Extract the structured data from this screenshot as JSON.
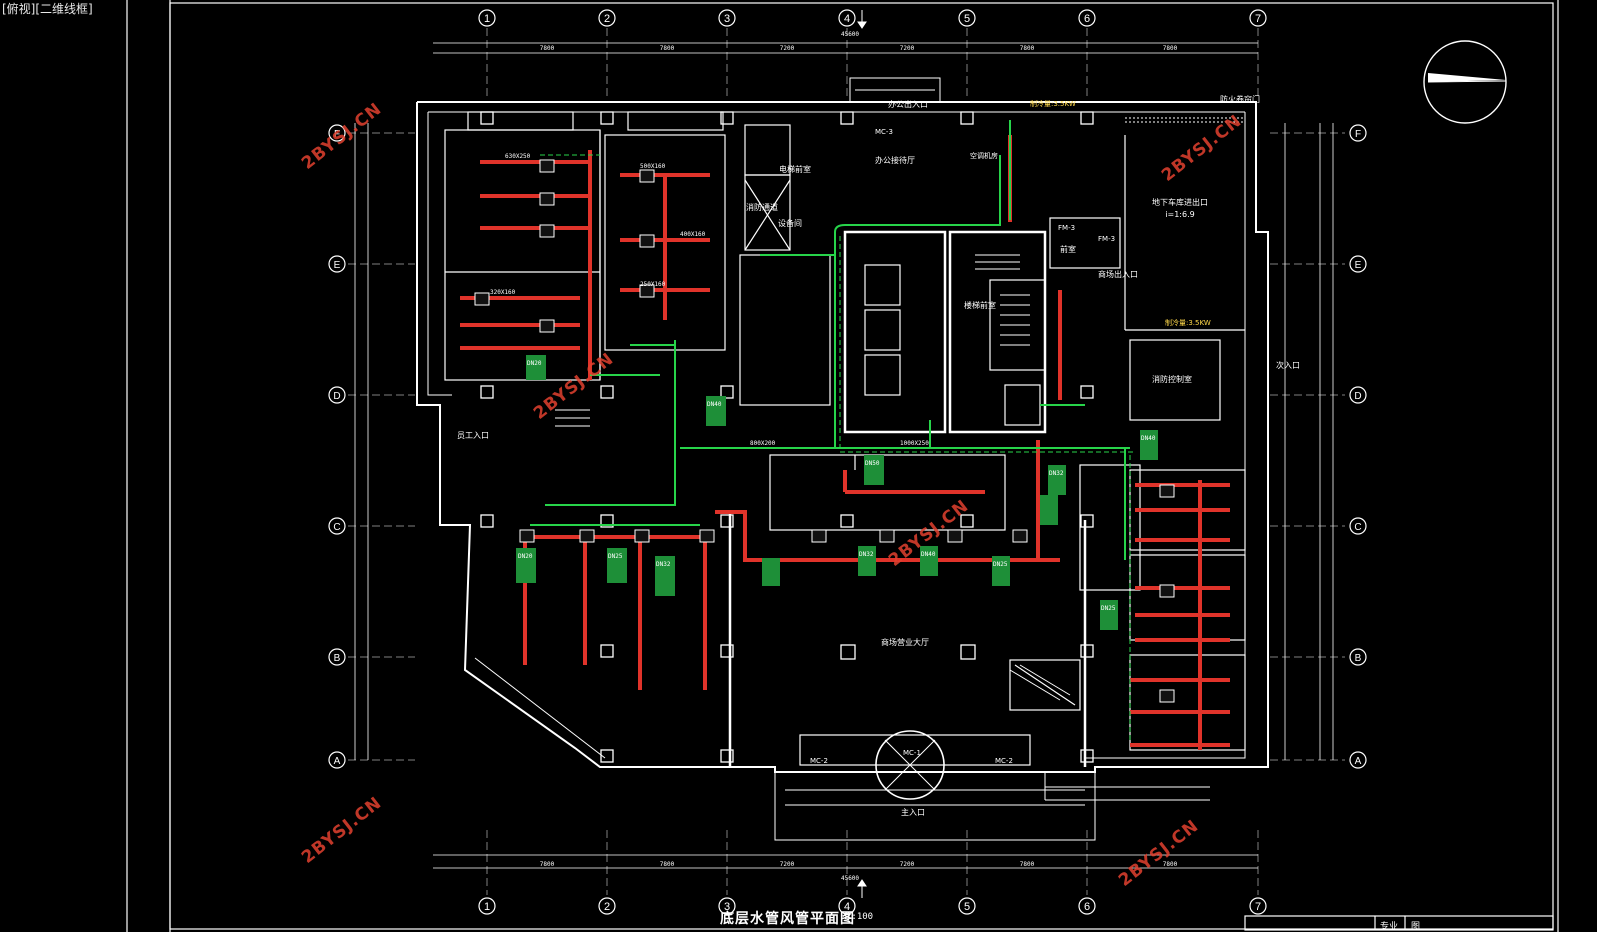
{
  "viewport_label": "[俯视][二维线框]",
  "colors": {
    "background": "#000000",
    "line": "#ffffff",
    "duct": "#e0332a",
    "pipe": "#27d44a",
    "label": "#ffd94a",
    "watermark": "#e2412f"
  },
  "grid": {
    "columns": [
      "1",
      "2",
      "3",
      "4",
      "5",
      "6",
      "7"
    ],
    "rows": [
      "F",
      "E",
      "D",
      "C",
      "B",
      "A"
    ],
    "top_spans": [
      "7800",
      "7800",
      "7200",
      "7200",
      "7800",
      "7800"
    ],
    "total_span": "45600"
  },
  "rooms": [
    {
      "name": "办公接待厅"
    },
    {
      "name": "电梯前室"
    },
    {
      "name": "消防通道"
    },
    {
      "name": "设备间"
    },
    {
      "name": "楼梯前室"
    },
    {
      "name": "前室"
    },
    {
      "name": "地下车库进出口"
    },
    {
      "name": "i=1:6.9"
    },
    {
      "name": "消防控制室"
    },
    {
      "name": "商场营业大厅"
    },
    {
      "name": "商场出入口"
    },
    {
      "name": "员工入口"
    },
    {
      "name": "次入口"
    },
    {
      "name": "主入口"
    },
    {
      "name": "办公出入口"
    },
    {
      "name": "防火卷帘门"
    }
  ],
  "annotations": {
    "equipment_top": "制冷量:3.5KW",
    "equipment_right": "制冷量:3.5KW",
    "air_handler": "空调机房",
    "riser_a": "FM-3",
    "riser_b": "FM-3",
    "door_a": "MC-3",
    "door_b": "MC-1",
    "door_c": "MC-2",
    "door_d": "MC-2",
    "duct_sizes": [
      "630X250",
      "500X160",
      "400X160",
      "250X160",
      "320X160",
      "1000X250",
      "800X200"
    ],
    "pipe_sizes": [
      "DN20",
      "DN25",
      "DN32",
      "DN40",
      "DN50"
    ]
  },
  "watermark": "2BYSJ.CN",
  "title": "底层水管风管平面图",
  "scale": "1:100",
  "title_block": {
    "left": "专业",
    "right": "图"
  }
}
